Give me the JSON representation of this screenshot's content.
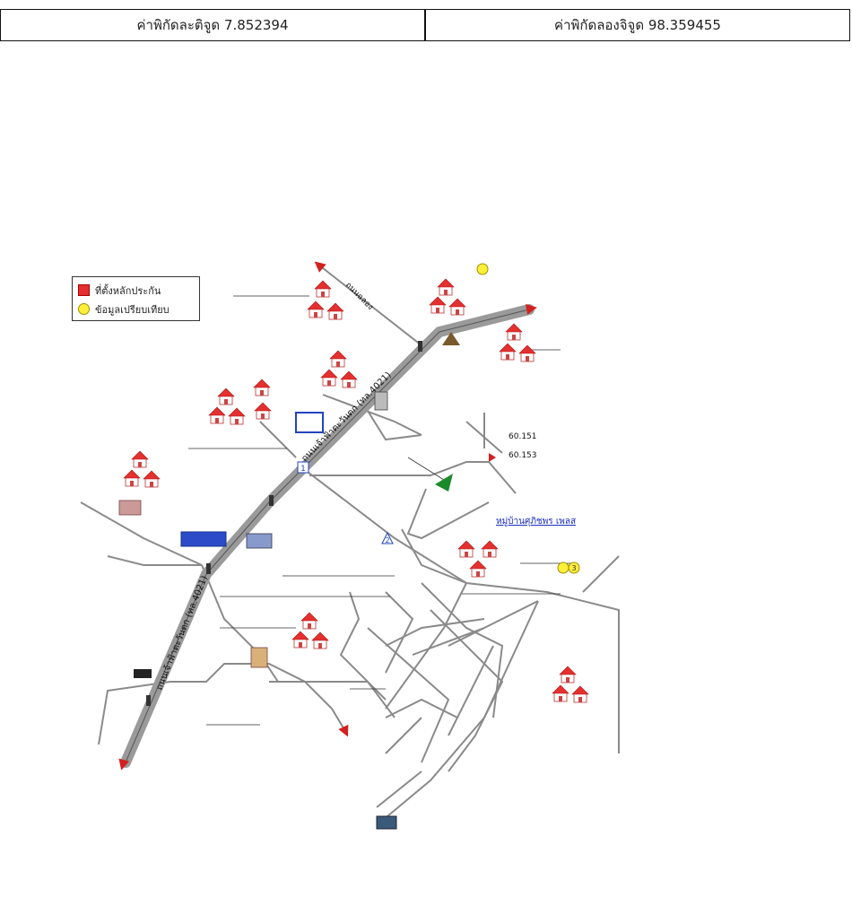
{
  "header": {
    "latitude_label": "ค่าพิกัดละติจูด 7.852394",
    "longitude_label": "ค่าพิกัดลองจิจูด 98.359455"
  },
  "legend": {
    "collateral_label": "ที่ตั้งหลักประกัน",
    "comparable_label": "ข้อมูลเปรียบเทียบ",
    "collateral_color": "#e53030",
    "comparable_color": "#ffef3a"
  },
  "map": {
    "main_road_upper": "ถนนเจ้าฟ้าตะวันตก (ทล.4021)",
    "main_road_lower": "ถนนเจ้าฟ้าตะวันตก (ทล.4021)",
    "road_north": "ถนนฉลอง",
    "village_label": "หมู่บ้านศุภิชพร เพลส",
    "road_numbers": [
      "60.151",
      "60.153"
    ],
    "markers": [
      "1",
      "2",
      "3"
    ],
    "colors": {
      "road": "#8a8a8a",
      "main_road": "#9a9a9a",
      "arrow": "#d32020",
      "house": "#e53030",
      "marker_bg": "#ffef3a",
      "village_text": "#1a2fbf"
    }
  }
}
